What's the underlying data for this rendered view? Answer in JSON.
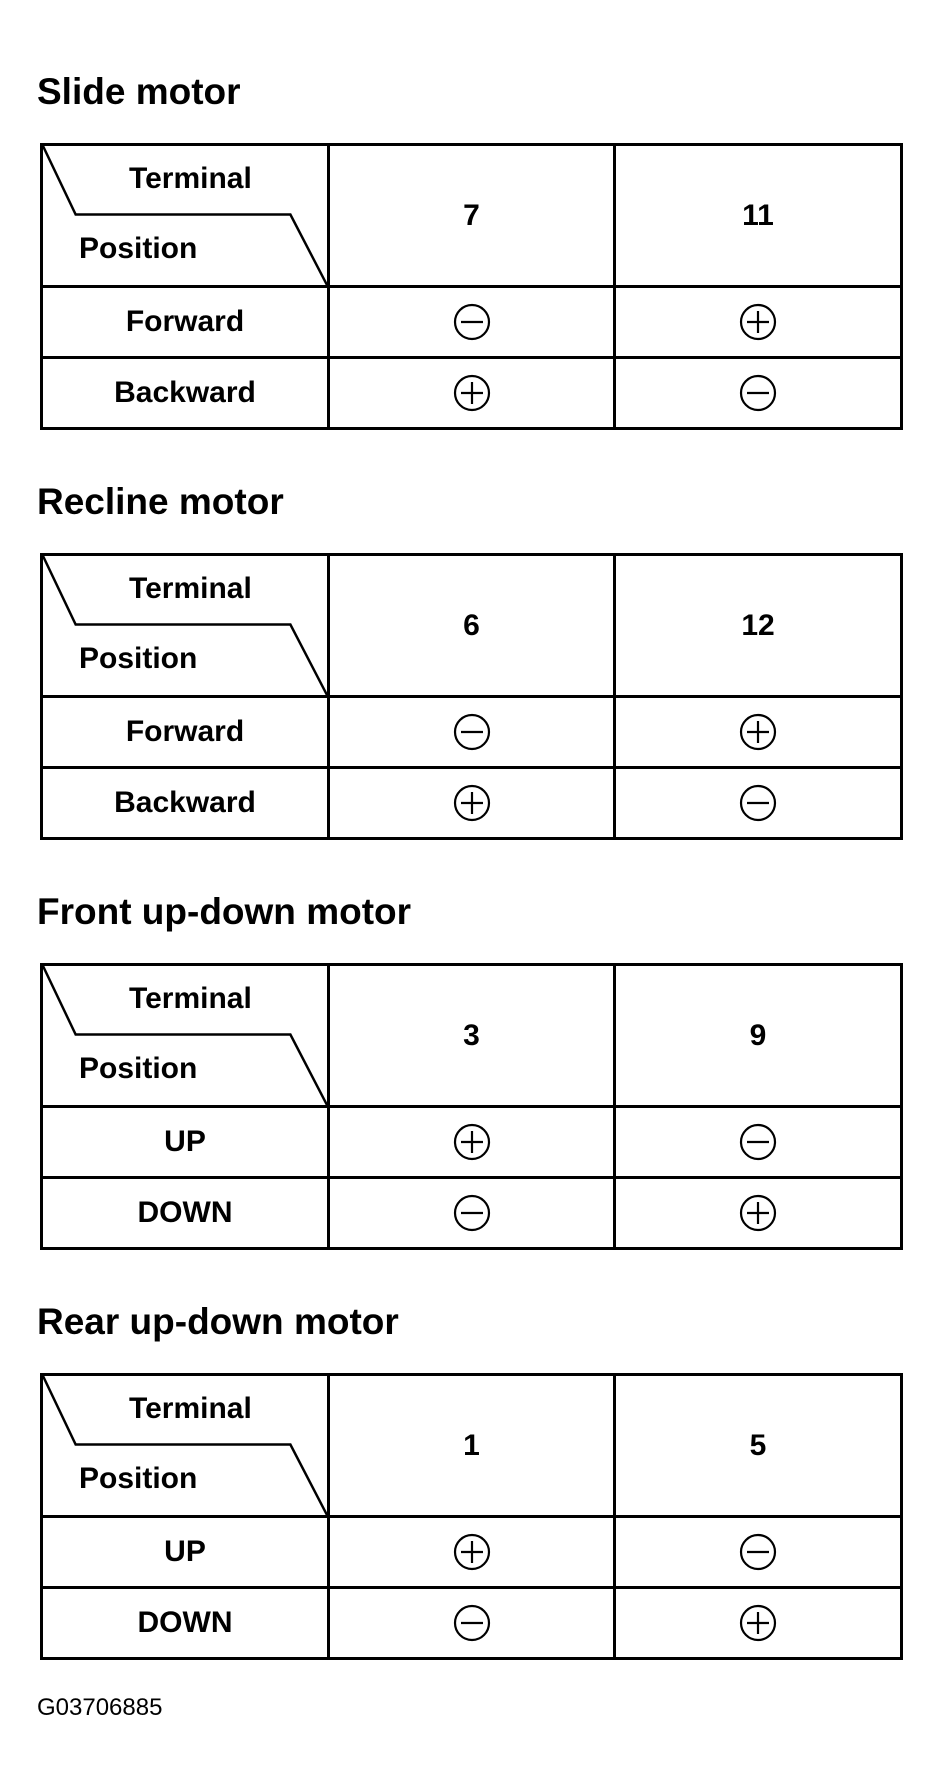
{
  "corner_labels": {
    "terminal": "Terminal",
    "position": "Position"
  },
  "tables": [
    {
      "title": "Slide motor",
      "terminals": [
        "7",
        "11"
      ],
      "rows": [
        {
          "position": "Forward",
          "values": [
            "minus",
            "plus"
          ]
        },
        {
          "position": "Backward",
          "values": [
            "plus",
            "minus"
          ]
        }
      ]
    },
    {
      "title": "Recline motor",
      "terminals": [
        "6",
        "12"
      ],
      "rows": [
        {
          "position": "Forward",
          "values": [
            "minus",
            "plus"
          ]
        },
        {
          "position": "Backward",
          "values": [
            "plus",
            "minus"
          ]
        }
      ]
    },
    {
      "title": "Front up-down motor",
      "terminals": [
        "3",
        "9"
      ],
      "rows": [
        {
          "position": "UP",
          "values": [
            "plus",
            "minus"
          ]
        },
        {
          "position": "DOWN",
          "values": [
            "minus",
            "plus"
          ]
        }
      ]
    },
    {
      "title": "Rear up-down motor",
      "terminals": [
        "1",
        "5"
      ],
      "rows": [
        {
          "position": "UP",
          "values": [
            "plus",
            "minus"
          ]
        },
        {
          "position": "DOWN",
          "values": [
            "minus",
            "plus"
          ]
        }
      ]
    }
  ],
  "figure_code": "G03706885",
  "icons": {
    "plus": "circled-plus-icon",
    "minus": "circled-minus-icon"
  },
  "colors": {
    "ink": "#000000",
    "background": "#ffffff"
  }
}
